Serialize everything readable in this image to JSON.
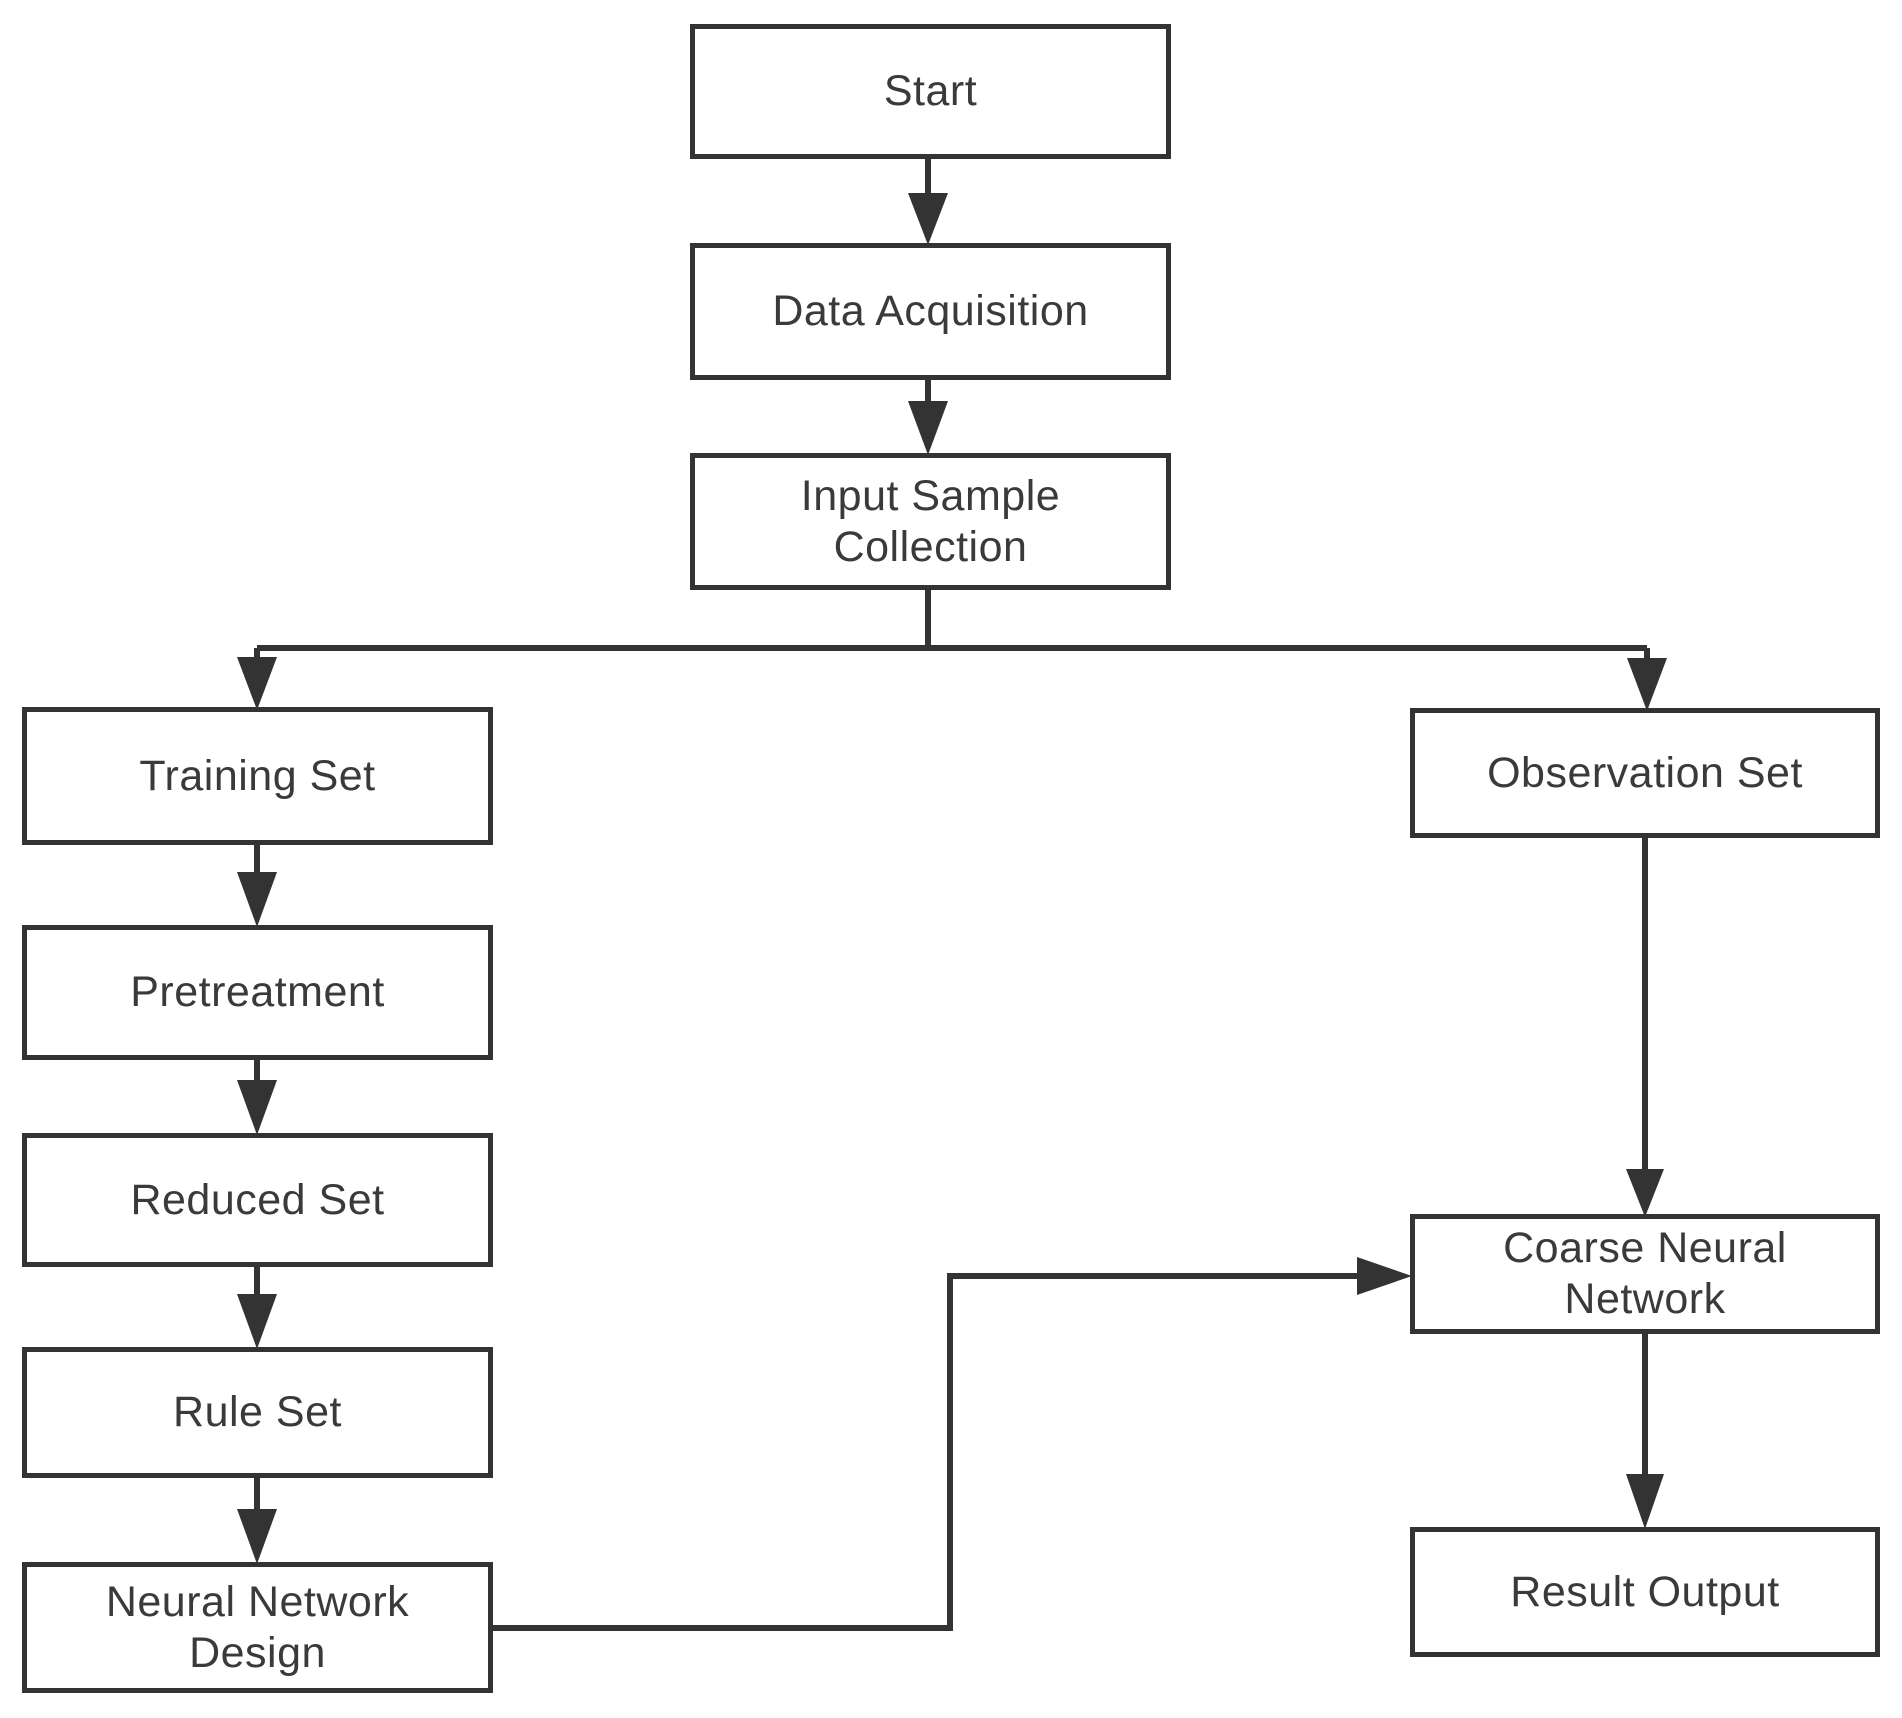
{
  "diagram": {
    "type": "flowchart",
    "background_color": "#ffffff",
    "line_color": "#333333",
    "text_color": "#3a3a3a",
    "box_fill_color": "#ffffff",
    "nodes": [
      {
        "id": "start",
        "label": "Start"
      },
      {
        "id": "data-acquisition",
        "label": "Data Acquisition"
      },
      {
        "id": "input-sample-collection",
        "label": "Input Sample\nCollection"
      },
      {
        "id": "training-set",
        "label": "Training Set"
      },
      {
        "id": "pretreatment",
        "label": "Pretreatment"
      },
      {
        "id": "reduced-set",
        "label": "Reduced Set"
      },
      {
        "id": "rule-set",
        "label": "Rule Set"
      },
      {
        "id": "neural-network-design",
        "label": "Neural Network\nDesign"
      },
      {
        "id": "observation-set",
        "label": "Observation Set"
      },
      {
        "id": "coarse-neural-network",
        "label": "Coarse Neural\nNetwork"
      },
      {
        "id": "result-output",
        "label": "Result Output"
      }
    ],
    "edges": [
      {
        "from": "start",
        "to": "data-acquisition"
      },
      {
        "from": "data-acquisition",
        "to": "input-sample-collection"
      },
      {
        "from": "input-sample-collection",
        "to": "training-set"
      },
      {
        "from": "input-sample-collection",
        "to": "observation-set"
      },
      {
        "from": "training-set",
        "to": "pretreatment"
      },
      {
        "from": "pretreatment",
        "to": "reduced-set"
      },
      {
        "from": "reduced-set",
        "to": "rule-set"
      },
      {
        "from": "rule-set",
        "to": "neural-network-design"
      },
      {
        "from": "neural-network-design",
        "to": "coarse-neural-network"
      },
      {
        "from": "observation-set",
        "to": "coarse-neural-network"
      },
      {
        "from": "coarse-neural-network",
        "to": "result-output"
      }
    ]
  }
}
